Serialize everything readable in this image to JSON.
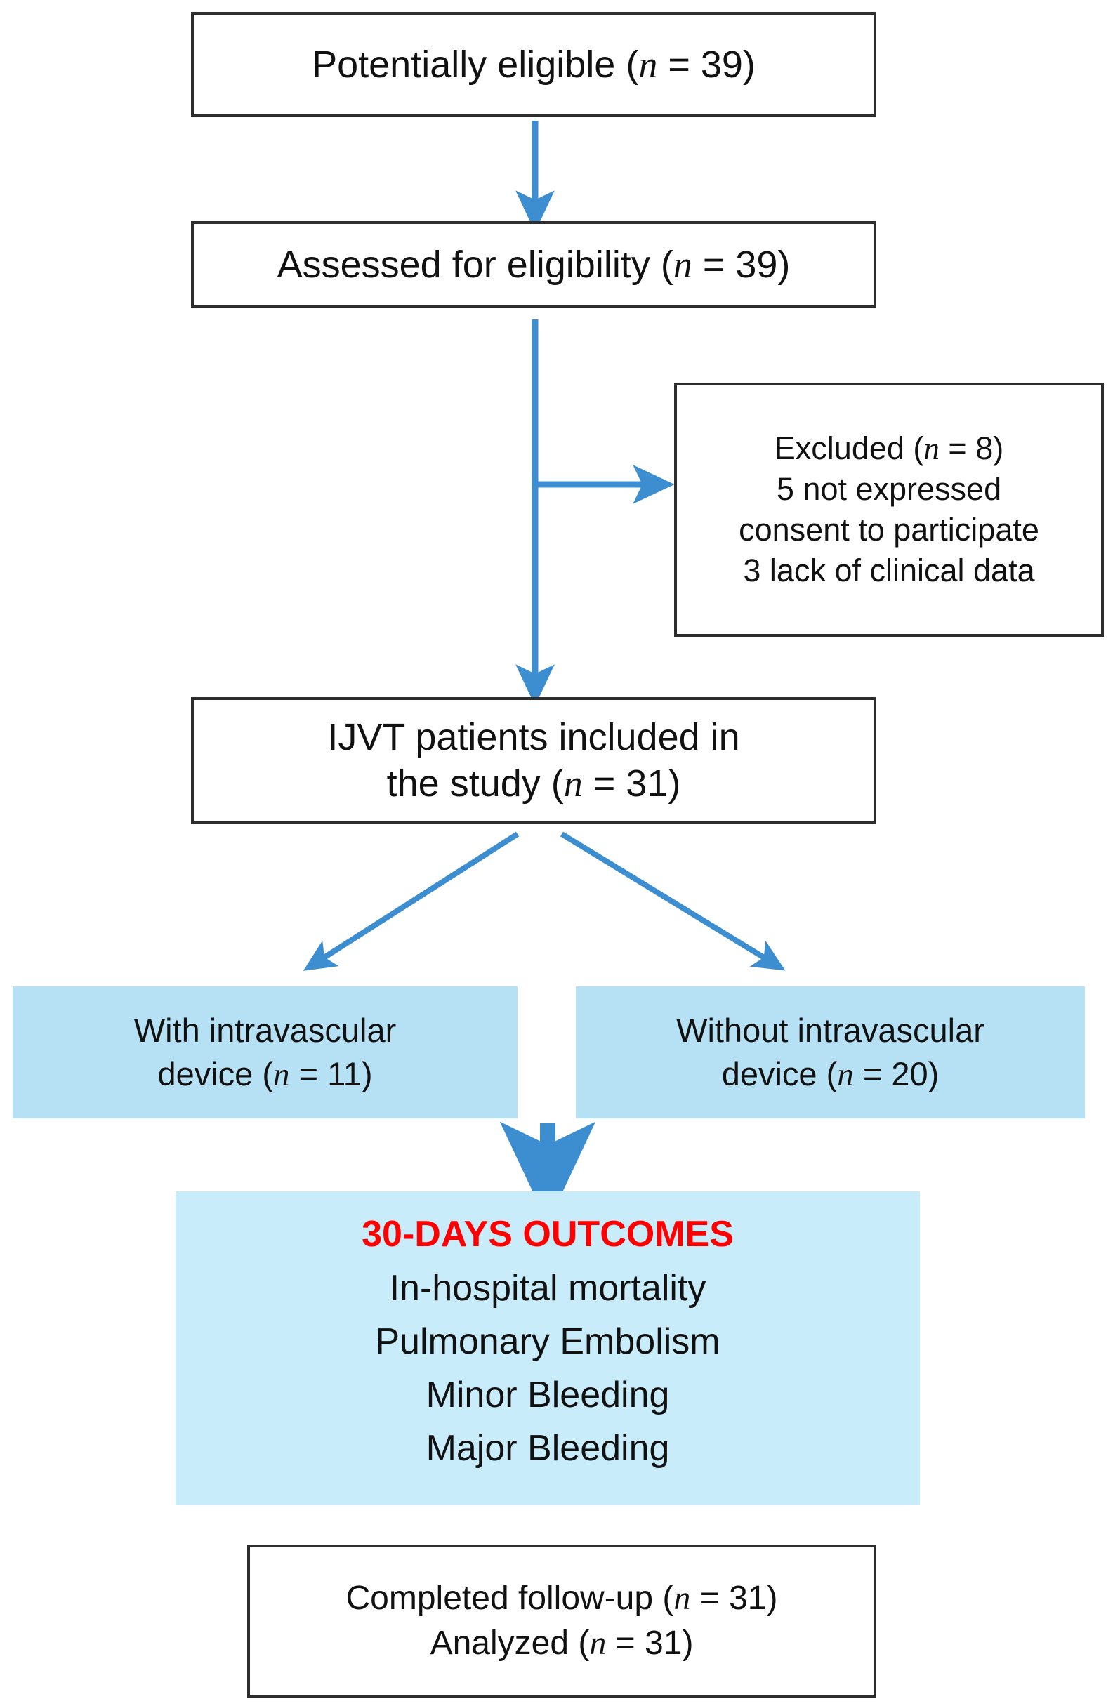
{
  "diagram": {
    "type": "flowchart",
    "title": "Study enrollment flow (CONSORT-style)",
    "colors": {
      "arrow": "#3d8ed0",
      "box_border": "#2d2d2d",
      "device_box_fill": "#b6e1f4",
      "outcomes_box_fill": "#c9ecfb",
      "outcomes_title": "#ff0000",
      "text": "#111111",
      "background": "#ffffff"
    },
    "nodes": {
      "eligible": {
        "lines": [
          "Potentially eligible (n = 39)"
        ],
        "n": 39
      },
      "assessed": {
        "lines": [
          "Assessed for eligibility  (n = 39)"
        ],
        "n": 39
      },
      "excluded": {
        "lines": [
          "Excluded (n = 8)",
          "5 not expressed",
          "consent to participate",
          "3 lack of clinical data"
        ],
        "n": 8,
        "reasons": [
          {
            "count": 5,
            "reason": "not expressed consent to participate"
          },
          {
            "count": 3,
            "reason": "lack of clinical data"
          }
        ]
      },
      "included": {
        "lines": [
          "IJVT patients included in",
          "the study (n = 31)"
        ],
        "n": 31
      },
      "with_device": {
        "lines": [
          "With intravascular",
          "device (n = 11)"
        ],
        "n": 11
      },
      "without_device": {
        "lines": [
          "Without intravascular",
          "device (n = 20)"
        ],
        "n": 20
      },
      "outcomes": {
        "title": "30-DAYS OUTCOMES",
        "lines": [
          "In-hospital mortality",
          "Pulmonary Embolism",
          "Minor Bleeding",
          "Major Bleeding"
        ]
      },
      "followup": {
        "lines": [
          "Completed follow-up (n = 31)",
          "Analyzed (n = 31)"
        ],
        "completed_n": 31,
        "analyzed_n": 31
      }
    },
    "edges": [
      {
        "from": "eligible",
        "to": "assessed",
        "style": "straight-down"
      },
      {
        "from": "assessed",
        "to": "excluded",
        "style": "branch-right"
      },
      {
        "from": "assessed",
        "to": "included",
        "style": "straight-down"
      },
      {
        "from": "included",
        "to": "with_device",
        "style": "diagonal-left"
      },
      {
        "from": "included",
        "to": "without_device",
        "style": "diagonal-right"
      },
      {
        "from": "device_groups",
        "to": "outcomes",
        "style": "thick-down"
      }
    ]
  }
}
